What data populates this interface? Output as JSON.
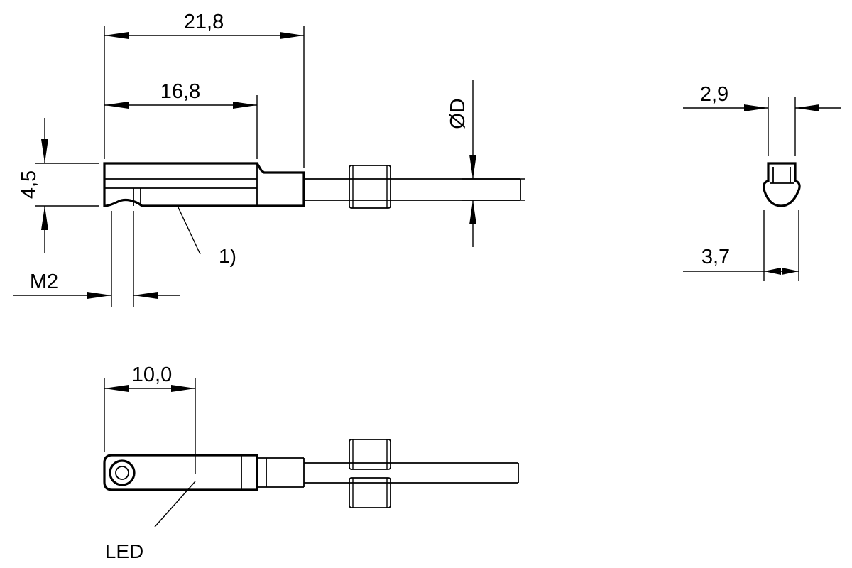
{
  "dimensions": {
    "length_total": "21,8",
    "length_mount": "16,8",
    "height": "4,5",
    "thread": "M2",
    "cable_diameter": "ØD",
    "width_top": "2,9",
    "width_bottom": "3,7",
    "led_distance": "10,0"
  },
  "labels": {
    "note_ref": "1)",
    "led": "LED"
  }
}
